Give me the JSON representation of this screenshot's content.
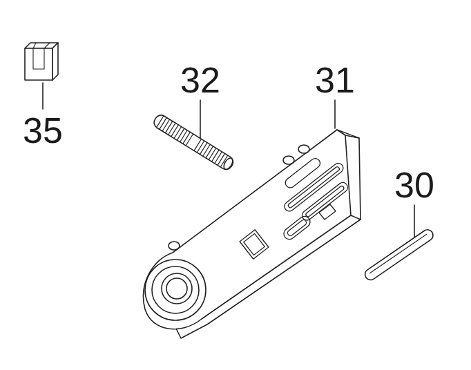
{
  "diagram": {
    "labels": [
      "35",
      "32",
      "31",
      "30"
    ]
  }
}
